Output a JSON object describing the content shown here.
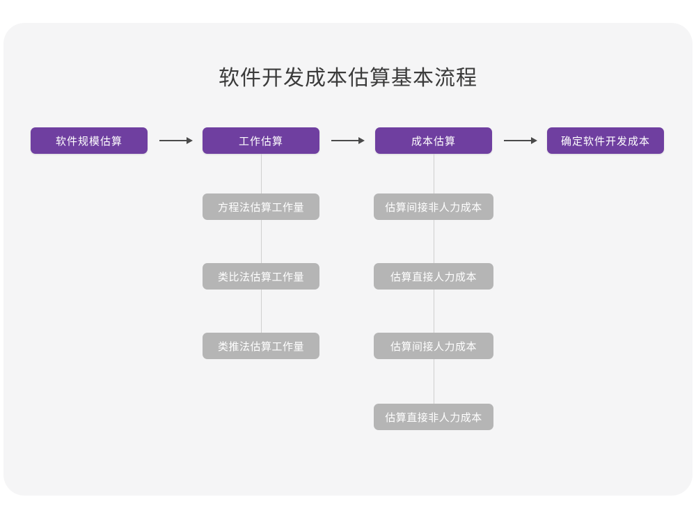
{
  "page": {
    "title": "软件开发成本估算基本流程",
    "background_color": "#ffffff",
    "card_color": "#f5f5f6"
  },
  "colors": {
    "primary": "#6f3fa0",
    "secondary": "#b5b5b5",
    "connector": "#cfcfcf",
    "arrow": "#4a4a4a",
    "title_text": "#3b3b3b",
    "node_text": "#ffffff"
  },
  "flow": {
    "main_steps": [
      {
        "id": "step-1",
        "label": "软件规模估算"
      },
      {
        "id": "step-2",
        "label": "工作估算"
      },
      {
        "id": "step-3",
        "label": "成本估算"
      },
      {
        "id": "step-4",
        "label": "确定软件开发成本"
      }
    ],
    "arrows": [
      {
        "id": "arrow-1",
        "glyph": "arrow-right-icon"
      },
      {
        "id": "arrow-2",
        "glyph": "arrow-right-icon"
      },
      {
        "id": "arrow-3",
        "glyph": "arrow-right-icon"
      }
    ],
    "work_estimation_methods": [
      {
        "id": "work-1",
        "label": "方程法估算工作量"
      },
      {
        "id": "work-2",
        "label": "类比法估算工作量"
      },
      {
        "id": "work-3",
        "label": "类推法估算工作量"
      }
    ],
    "cost_estimation_items": [
      {
        "id": "cost-1",
        "label": "估算间接非人力成本"
      },
      {
        "id": "cost-2",
        "label": "估算直接人力成本"
      },
      {
        "id": "cost-3",
        "label": "估算间接人力成本"
      },
      {
        "id": "cost-4",
        "label": "估算直接非人力成本"
      }
    ]
  }
}
